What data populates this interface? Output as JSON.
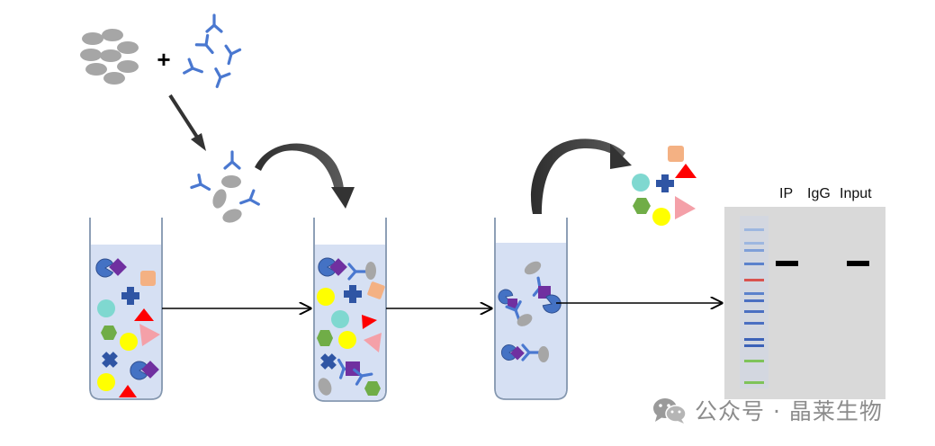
{
  "diagram": {
    "plus_symbol": "+",
    "gel": {
      "lane_labels": [
        "IP",
        "IgG",
        "Input"
      ],
      "ladder_colors": [
        "#9db7e0",
        "#9db7e0",
        "#7f9fd8",
        "#5b82cc",
        "#d9534f",
        "#5b82cc",
        "#4a6fc2",
        "#4a6fc2",
        "#4a6fc2",
        "#3c62b8",
        "#3c62b8",
        "#7fc35a",
        "#7fc35a"
      ],
      "bands_present": {
        "IP": true,
        "IgG": false,
        "Input": true
      }
    }
  },
  "watermark": {
    "icon": "wechat-icon",
    "text": "公众号 · 晶莱生物"
  },
  "colors": {
    "antibody": "#4a78d0",
    "bead": "#a6a6a6",
    "tube_fill": "#d6e0f3",
    "tube_border": "#8497b0",
    "arrow_dark": "#3a3a3a",
    "gel_bg": "#d9d9d9",
    "band": "#000000"
  }
}
